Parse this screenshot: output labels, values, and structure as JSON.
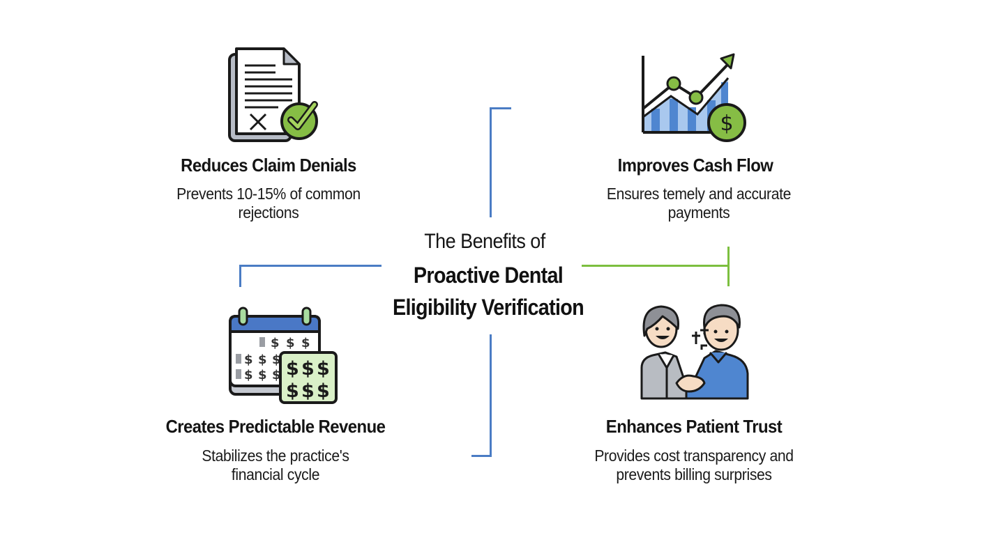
{
  "center": {
    "subtitle": "The Benefits of",
    "title_line1": "Proactive Dental",
    "title_line2": "Eligibility Verification"
  },
  "benefits": [
    {
      "icon": "document-check-icon",
      "title": "Reduces Claim Denials",
      "desc_line1": "Prevents 10-15% of common",
      "desc_line2": "rejections"
    },
    {
      "icon": "growth-chart-dollar-icon",
      "title": "Improves Cash Flow",
      "desc_line1": "Ensures temely and accurate",
      "desc_line2": "payments"
    },
    {
      "icon": "calendar-dollar-icon",
      "title": "Creates Predictable Revenue",
      "desc_line1": "Stabilizes the practice's",
      "desc_line2": "financial cycle"
    },
    {
      "icon": "handshake-icon",
      "title": "Enhances Patient Trust",
      "desc_line1": "Provides cost transparency and",
      "desc_line2": "prevents billing surprises"
    }
  ],
  "colors": {
    "connector_blue": "#4a7cc4",
    "connector_green": "#7cbf3f",
    "accent_green": "#8cc04a",
    "accent_blue": "#4f86d0"
  }
}
